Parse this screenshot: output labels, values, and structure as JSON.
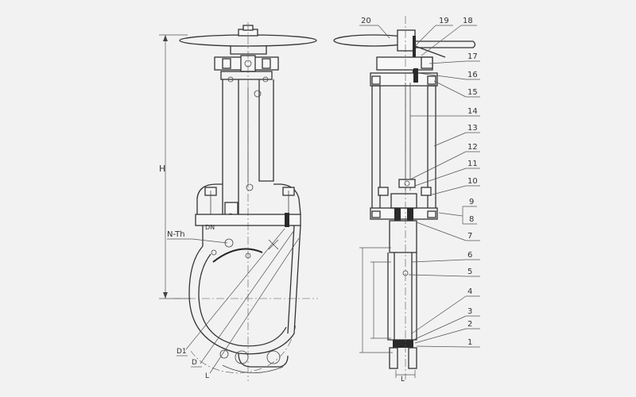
{
  "drawing": {
    "dimension_labels": {
      "height": "H",
      "bolt_holes": "N-Th",
      "bolt_circle": "D1",
      "outer_diameter": "D",
      "face_to_face": "L",
      "nominal_size": "DN"
    },
    "part_numbers": [
      "20",
      "19",
      "18",
      "17",
      "16",
      "15",
      "14",
      "13",
      "12",
      "11",
      "10",
      "9",
      "8",
      "7",
      "6",
      "5",
      "4",
      "3",
      "2",
      "1"
    ]
  }
}
